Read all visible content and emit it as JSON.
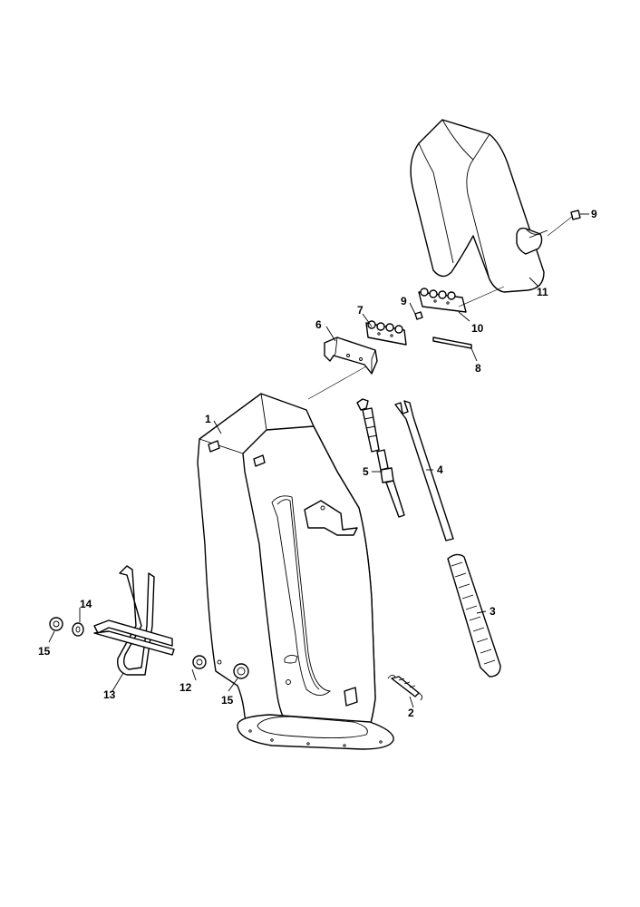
{
  "diagram": {
    "callouts": [
      {
        "id": "c1",
        "label": "1"
      },
      {
        "id": "c2",
        "label": "2"
      },
      {
        "id": "c3",
        "label": "3"
      },
      {
        "id": "c4",
        "label": "4"
      },
      {
        "id": "c5",
        "label": "5"
      },
      {
        "id": "c6",
        "label": "6"
      },
      {
        "id": "c7",
        "label": "7"
      },
      {
        "id": "c8",
        "label": "8"
      },
      {
        "id": "c9a",
        "label": "9"
      },
      {
        "id": "c9b",
        "label": "9"
      },
      {
        "id": "c10",
        "label": "10"
      },
      {
        "id": "c11",
        "label": "11"
      },
      {
        "id": "c12",
        "label": "12"
      },
      {
        "id": "c13",
        "label": "13"
      },
      {
        "id": "c14",
        "label": "14"
      },
      {
        "id": "c15a",
        "label": "15"
      },
      {
        "id": "c15b",
        "label": "15"
      }
    ]
  }
}
